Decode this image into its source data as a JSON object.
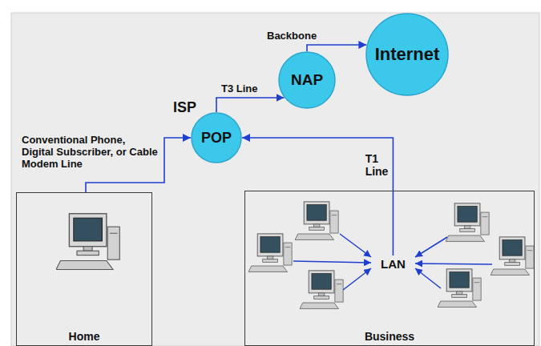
{
  "diagram": {
    "nodes": [
      {
        "text": [
          "Internet"
        ]
      },
      {
        "text": [
          "NAP"
        ]
      },
      {
        "text": [
          "ISP",
          "POP"
        ]
      },
      {
        "text": [
          "Home"
        ]
      },
      {
        "text": [
          "Business"
        ]
      },
      {
        "text": [
          "LAN"
        ],
        "in": 4
      }
    ],
    "edges": [
      {
        "from": 1,
        "to": 0,
        "arrow": "to",
        "label": "Backbone"
      },
      {
        "from": 2,
        "to": 1,
        "arrow": "to",
        "label": "T3 Line"
      },
      {
        "from": 3,
        "to": 2,
        "arrow": "to",
        "label": "Conventional Phone, Digital Subscriber, or Cable Modem Line"
      },
      {
        "from": 5,
        "to": 2,
        "arrow": "to",
        "label": "T1 Line"
      }
    ]
  }
}
